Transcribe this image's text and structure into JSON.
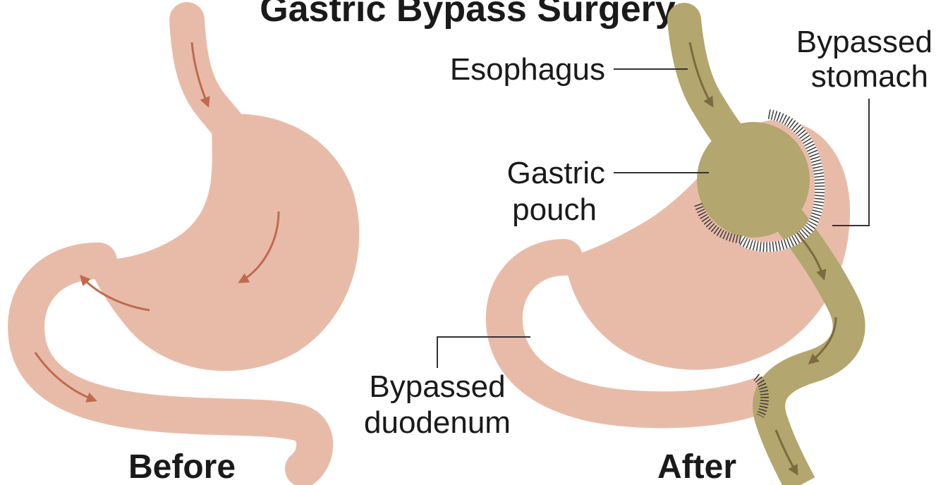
{
  "title": "Gastric Bypass Surgery",
  "captions": {
    "before": "Before",
    "after": "After"
  },
  "labels": {
    "esophagus": "Esophagus",
    "bypassed_stomach_line1": "Bypassed",
    "bypassed_stomach_line2": "stomach",
    "gastric_pouch_line1": "Gastric",
    "gastric_pouch_line2": "pouch",
    "bypassed_duodenum_line1": "Bypassed",
    "bypassed_duodenum_line2": "duodenum"
  },
  "colors": {
    "stomach": "#e8bba9",
    "arrow": "#c06a4e",
    "rerouted": "#b3a66e",
    "rerouted_arrow": "#7d6a3e",
    "staple": "#3a3a3a",
    "leader": "#333333"
  }
}
